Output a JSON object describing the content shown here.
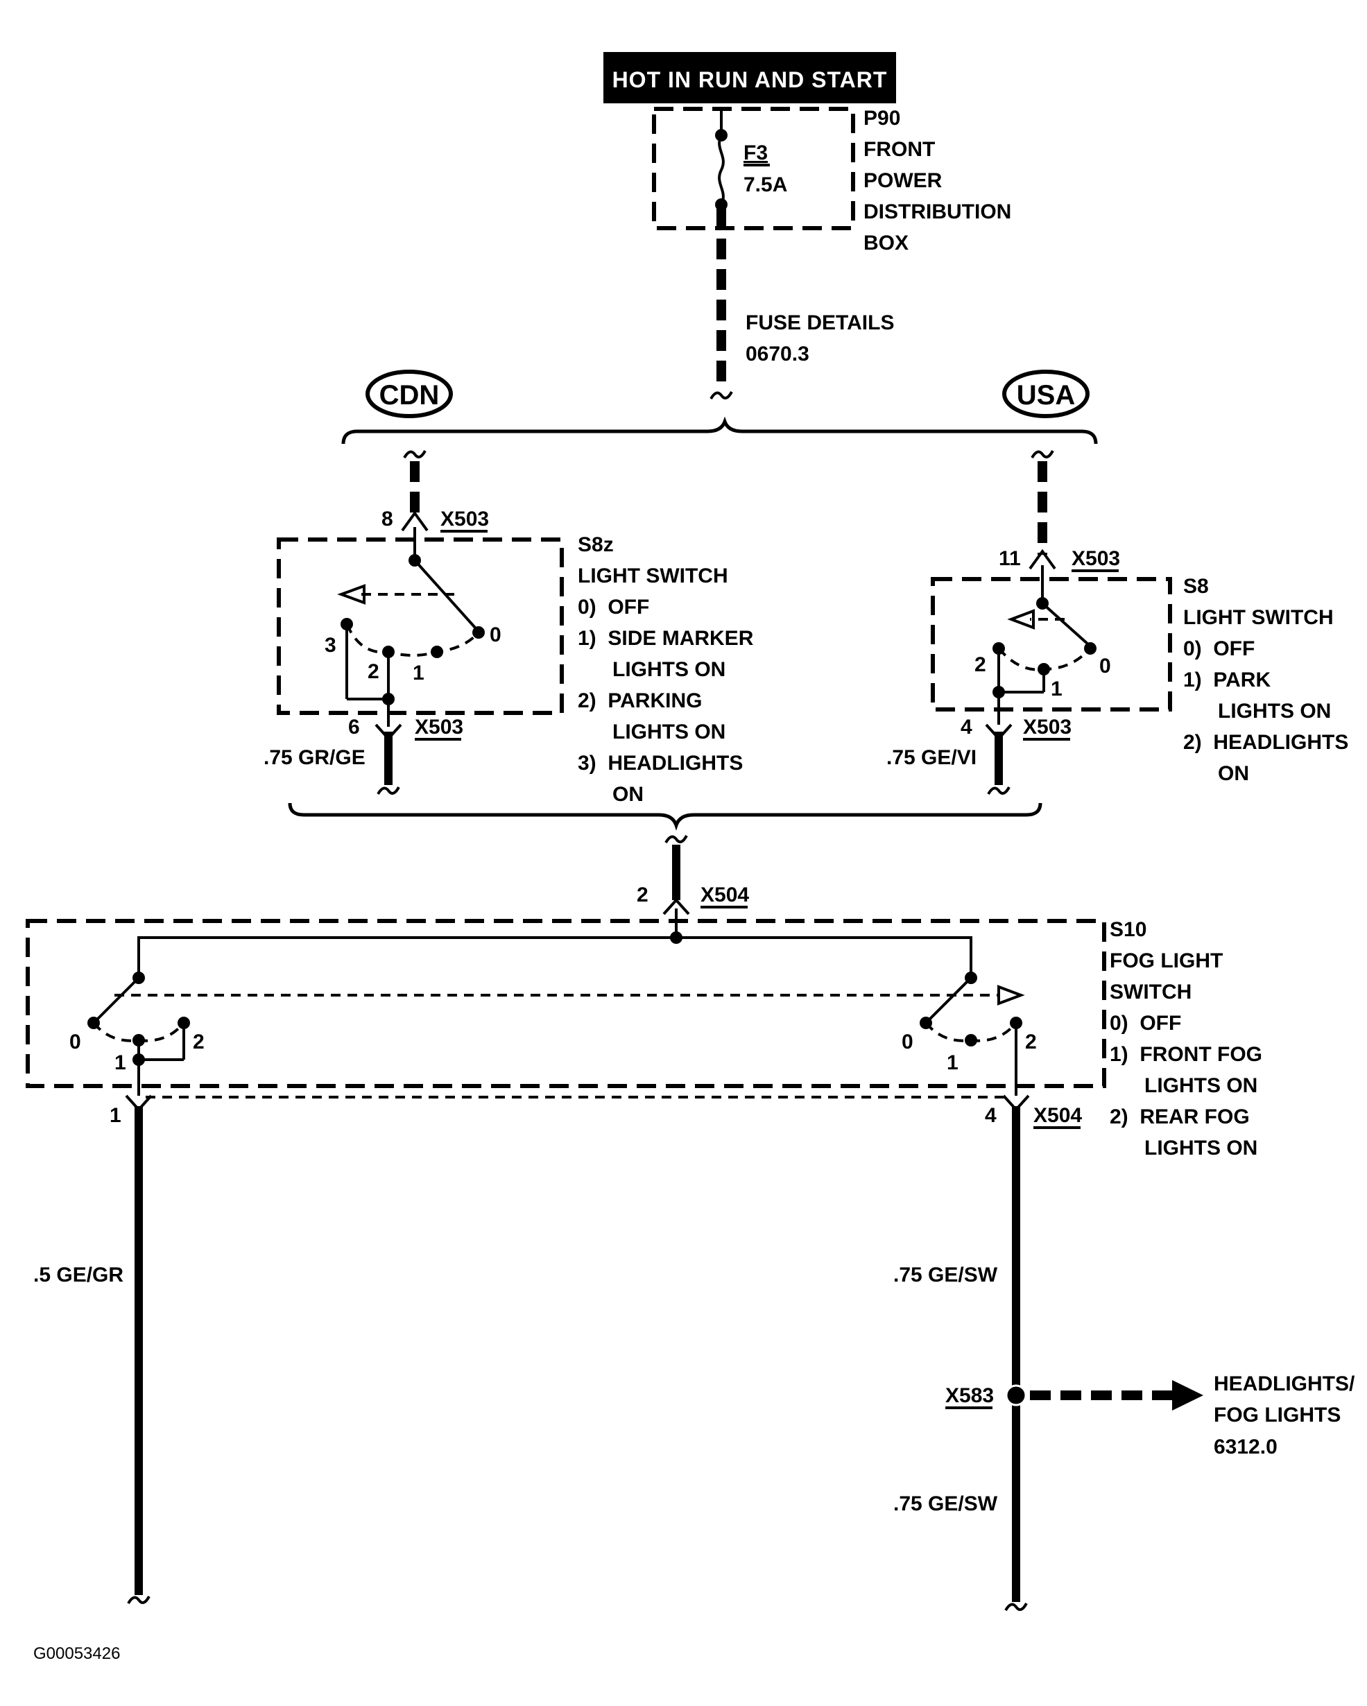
{
  "supply": {
    "header": "HOT IN RUN AND START",
    "fuse_id": "F3",
    "fuse_rating": "7.5A",
    "box_lines": [
      "P90",
      "FRONT",
      "POWER",
      "DISTRIBUTION",
      "BOX"
    ],
    "fuse_details_lines": [
      "FUSE DETAILS",
      "0670.3"
    ]
  },
  "variants": {
    "cdn": "CDN",
    "usa": "USA"
  },
  "s8z": {
    "lines": [
      "S8z",
      "LIGHT SWITCH",
      "0)  OFF",
      "1)  SIDE MARKER",
      "      LIGHTS ON",
      "2)  PARKING",
      "      LIGHTS ON",
      "3)  HEADLIGHTS",
      "      ON"
    ],
    "pin_in": "8",
    "pin_out": "6",
    "conn_in": "X503",
    "conn_out": "X503",
    "pos": [
      "0",
      "1",
      "2",
      "3"
    ],
    "wire_out": ".75 GR/GE"
  },
  "s8": {
    "lines": [
      "S8",
      "LIGHT SWITCH",
      "0)  OFF",
      "1)  PARK",
      "      LIGHTS ON",
      "2)  HEADLIGHTS",
      "      ON"
    ],
    "pin_in": "11",
    "pin_out": "4",
    "conn_in": "X503",
    "conn_out": "X503",
    "pos": [
      "0",
      "1",
      "2"
    ],
    "wire_out": ".75 GE/VI"
  },
  "s10": {
    "lines": [
      "S10",
      "FOG LIGHT",
      "SWITCH",
      "0)  OFF",
      "1)  FRONT FOG",
      "      LIGHTS ON",
      "2)  REAR FOG",
      "      LIGHTS ON"
    ],
    "pin_in": "2",
    "conn_in": "X504",
    "pin_left": "1",
    "pin_right": "4",
    "conn_out": "X504",
    "pos_left": [
      "0",
      "1",
      "2"
    ],
    "pos_right": [
      "0",
      "1",
      "2"
    ]
  },
  "outputs": {
    "left_wire": ".5 GE/GR",
    "right_wire_top": ".75 GE/SW",
    "right_wire_bottom": ".75 GE/SW",
    "splice": "X583",
    "dest_lines": [
      "HEADLIGHTS/",
      "FOG LIGHTS",
      "6312.0"
    ]
  },
  "figure_id": "G00053426"
}
